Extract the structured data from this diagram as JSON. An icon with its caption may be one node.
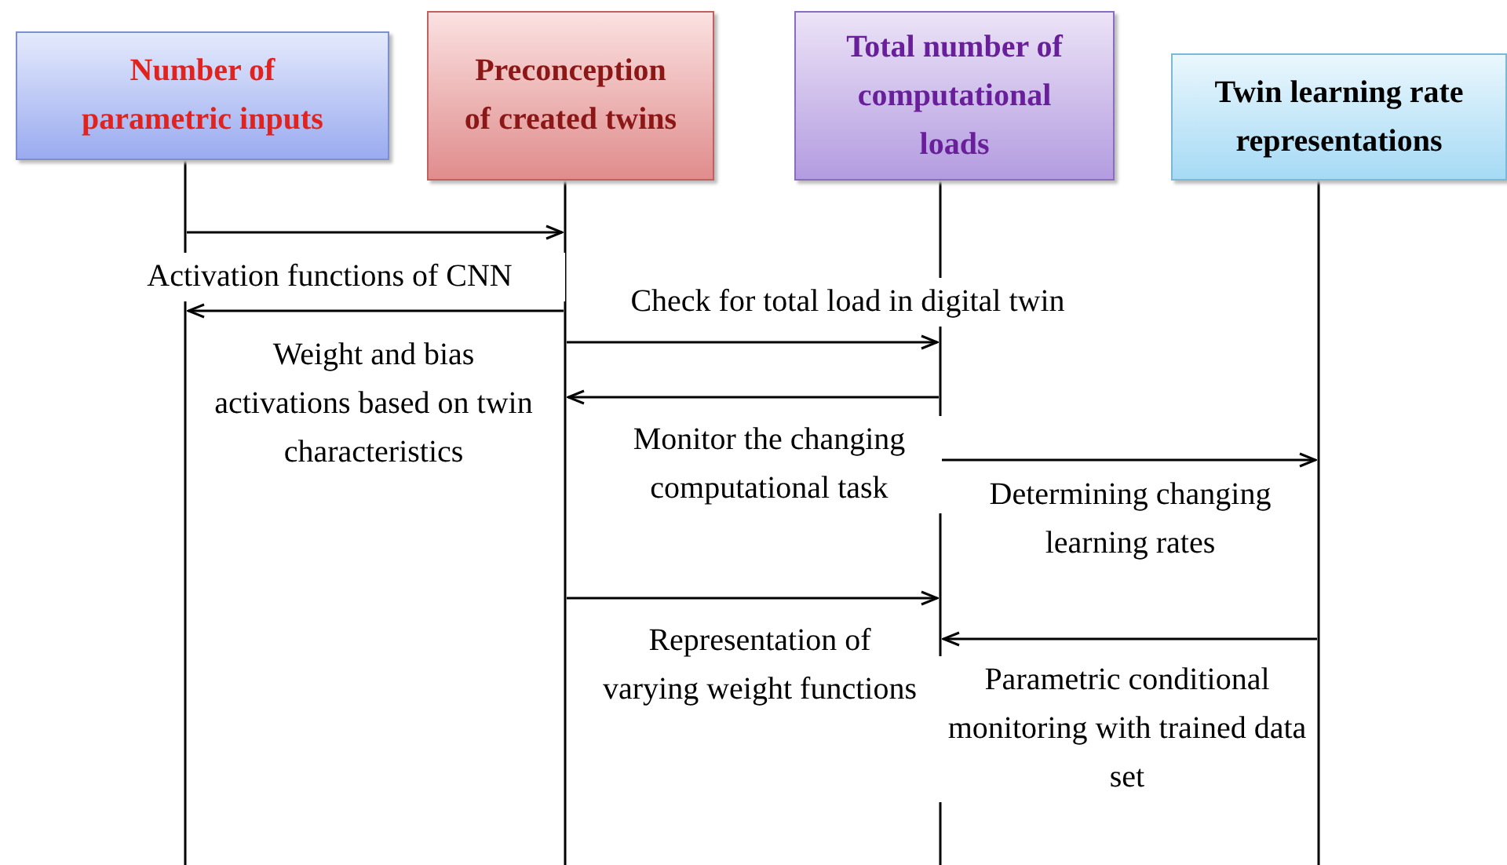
{
  "diagram": {
    "nodes": [
      {
        "text": [
          "Number of parametric inputs"
        ]
      },
      {
        "text": [
          "Preconception of created twins"
        ]
      },
      {
        "text": [
          "Total number of computational loads"
        ]
      },
      {
        "text": [
          "Twin learning rate representations"
        ]
      }
    ],
    "edges": [
      {
        "from": 0,
        "to": 1,
        "arrow": "to",
        "label": "Activation functions of CNN"
      },
      {
        "from": 1,
        "to": 0,
        "arrow": "to",
        "label": "Weight and bias activations based on twin characteristics"
      },
      {
        "from": 1,
        "to": 2,
        "arrow": "to",
        "label": "Check for total load in digital twin"
      },
      {
        "from": 2,
        "to": 1,
        "arrow": "to",
        "label": "Monitor the changing computational task"
      },
      {
        "from": 2,
        "to": 3,
        "arrow": "to",
        "label": "Determining changing learning rates"
      },
      {
        "from": 1,
        "to": 2,
        "arrow": "to",
        "label": "Representation of varying weight functions"
      },
      {
        "from": 3,
        "to": 2,
        "arrow": "to",
        "label": "Parametric conditional monitoring with trained data set"
      }
    ]
  }
}
